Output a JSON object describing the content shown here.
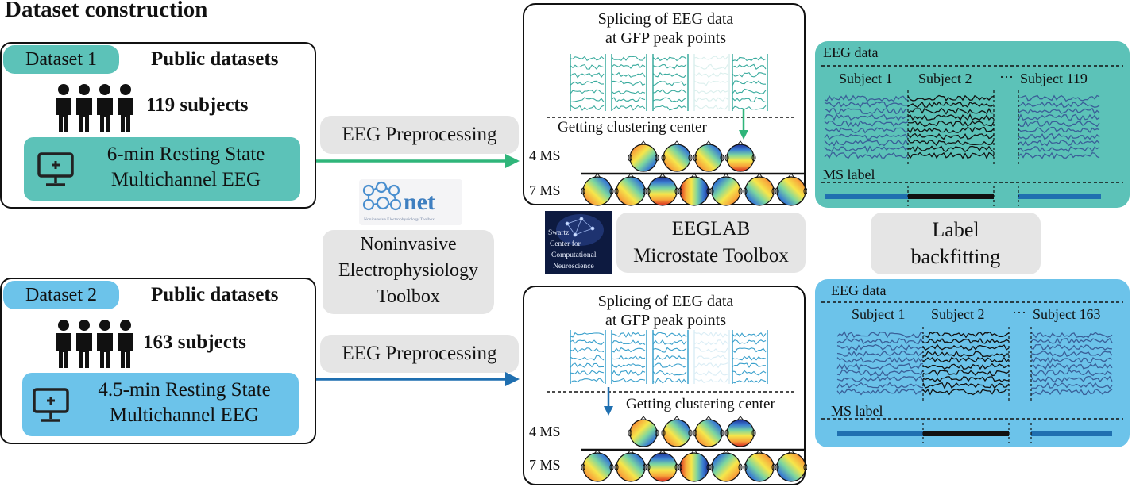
{
  "title": "Dataset construction",
  "datasets": [
    {
      "tag": "Dataset 1",
      "heading": "Public datasets",
      "subjects": "119 subjects",
      "eeg_line1": "6-min Resting State",
      "eeg_line2": "Multichannel EEG",
      "color": "#5cc2b8",
      "pill_color": "#5cc2b8"
    },
    {
      "tag": "Dataset 2",
      "heading": "Public datasets",
      "subjects": "163 subjects",
      "eeg_line1": "4.5-min Resting State",
      "eeg_line2": "Multichannel EEG",
      "color": "#6cc3ea",
      "pill_color": "#6cc3ea"
    }
  ],
  "preprocessing": {
    "label1": "EEG Preprocessing",
    "label2": "EEG Preprocessing"
  },
  "net_tool": {
    "logo_text": "net",
    "logo_sub": "Noninvasive Electrophysiology Toolbox",
    "line1": "Noninvasive",
    "line2": "Electrophysiology",
    "line3": "Toolbox"
  },
  "sccn_logo": {
    "l1": "Swartz",
    "l2": "Center for",
    "l3": "Computational",
    "l4": "Neuroscience"
  },
  "eeglab": {
    "line1": "EEGLAB",
    "line2": "Microstate Toolbox"
  },
  "backfit": {
    "line1": "Label",
    "line2": "backfitting"
  },
  "panels": [
    {
      "t1": "Splicing of EEG data",
      "t2": "at GFP peak points",
      "cluster": "Getting clustering center",
      "ms4": "4 MS",
      "ms7": "7 MS"
    },
    {
      "t1": "Splicing of EEG data",
      "t2": "at GFP peak points",
      "cluster": "Getting clustering center",
      "ms4": "4 MS",
      "ms7": "7 MS"
    }
  ],
  "right_panels": [
    {
      "eeg": "EEG data",
      "s1": "Subject 1",
      "s2": "Subject 2",
      "dots": "···",
      "s3": "Subject 119",
      "ms": "MS label",
      "color": "#5cc2b8"
    },
    {
      "eeg": "EEG data",
      "s1": "Subject 1",
      "s2": "Subject 2",
      "dots": "···",
      "s3": "Subject 163",
      "ms": "MS label",
      "color": "#6cc3ea"
    }
  ],
  "colors": {
    "green_arrow": "#2fb57a",
    "blue_arrow": "#1f6fb0",
    "teal_wave": "#3aab9e",
    "blue_wave": "#3aa0cc",
    "wave_dark": "#3a5f98",
    "bar": "#1f6fb0"
  }
}
